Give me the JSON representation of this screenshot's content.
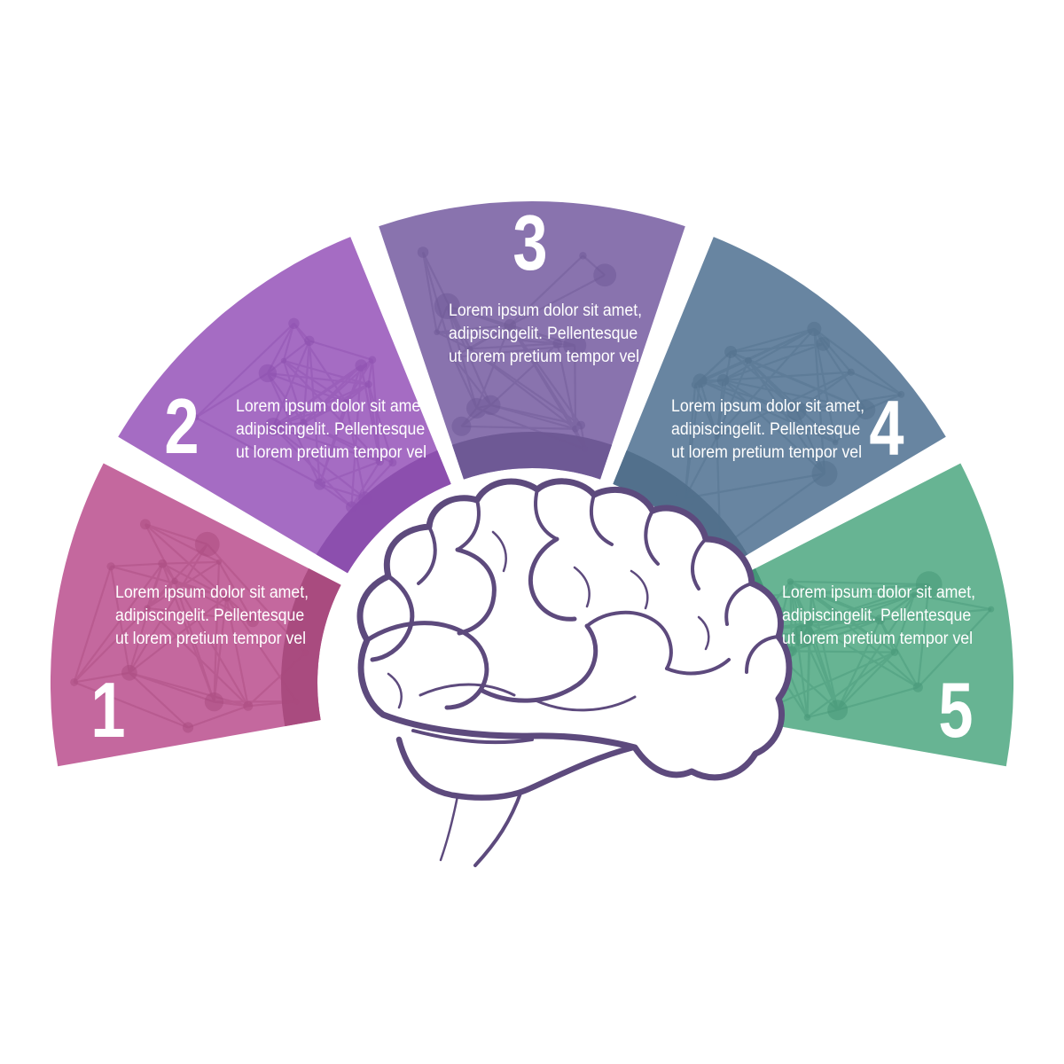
{
  "background": "#ffffff",
  "text_color": "#ffffff",
  "number_color": "#ffffff",
  "brain": {
    "stroke": "#5d4a7d",
    "fill": "#ffffff"
  },
  "segments": [
    {
      "number": "1",
      "color": "#c4689e",
      "dark_color": "#a94b7f",
      "lines": [
        "Lorem ipsum dolor sit amet,",
        "adipiscingelit. Pellentesque",
        "ut lorem pretium tempor vel"
      ]
    },
    {
      "number": "2",
      "color": "#a56cc3",
      "dark_color": "#8c4fae",
      "lines": [
        "Lorem ipsum dolor sit amet,",
        "adipiscingelit. Pellentesque",
        "ut lorem pretium tempor vel"
      ]
    },
    {
      "number": "3",
      "color": "#8973ae",
      "dark_color": "#6e5995",
      "lines": [
        "Lorem ipsum dolor sit amet,",
        "adipiscingelit. Pellentesque",
        "ut lorem pretium tempor vel"
      ]
    },
    {
      "number": "4",
      "color": "#6885a1",
      "dark_color": "#52708c",
      "lines": [
        "Lorem ipsum dolor sit amet,",
        "adipiscingelit. Pellentesque",
        "ut lorem pretium tempor vel"
      ]
    },
    {
      "number": "5",
      "color": "#67b493",
      "dark_color": "#459677",
      "lines": [
        "Lorem ipsum dolor sit amet,",
        "adipiscingelit. Pellentesque",
        "ut lorem pretium tempor vel"
      ]
    }
  ]
}
